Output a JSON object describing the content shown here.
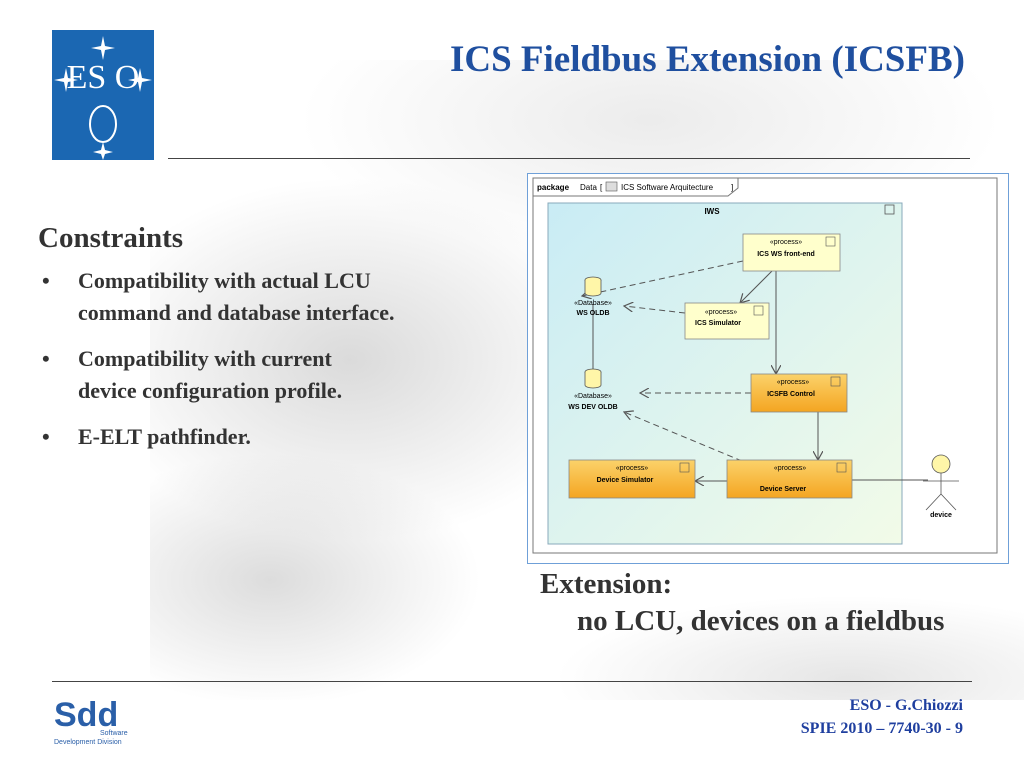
{
  "slide": {
    "title": "ICS Fieldbus Extension (ICSFB)",
    "logo_text": "ES O",
    "constraints": {
      "heading": "Constraints",
      "bullet_symbol": "•",
      "items": [
        "Compatibility with actual LCU\ncommand and database interface.",
        "Compatibility with current\ndevice configuration profile.",
        "E-ELT pathfinder."
      ]
    },
    "extension": {
      "label": "Extension:",
      "description": "no LCU, devices on a fieldbus"
    },
    "footer": {
      "author": "ESO - G.Chiozzi",
      "reference": "SPIE 2010 – 7740-30 - 9",
      "sdd_letters": "Sdd",
      "sdd_sub1": "Software",
      "sdd_sub2": "Development Division"
    }
  },
  "diagram": {
    "package_keyword": "package",
    "package_name": "Data",
    "tab_label": "ICS Software Arquitecture",
    "node_label": "IWS",
    "stereotype_process": "«process»",
    "stereotype_database": "«Database»",
    "components": {
      "ics_ws_frontend": "ICS WS front-end",
      "ics_simulator": "ICS Simulator",
      "icsfb_control": "ICSFB Control",
      "device_server": "Device Server",
      "device_simulator": "Device Simulator"
    },
    "databases": {
      "ws_oldb": "WS OLDB",
      "ws_dev_oldb": "WS DEV OLDB"
    },
    "actor": "device"
  },
  "colors": {
    "title": "#1f4f9f",
    "logo_bg": "#1b67b2",
    "process_yellow": "#ffffcc",
    "process_orange": "#f8b431",
    "node_fill": "#d6f1ee",
    "footer_text": "#1f3f9f"
  }
}
